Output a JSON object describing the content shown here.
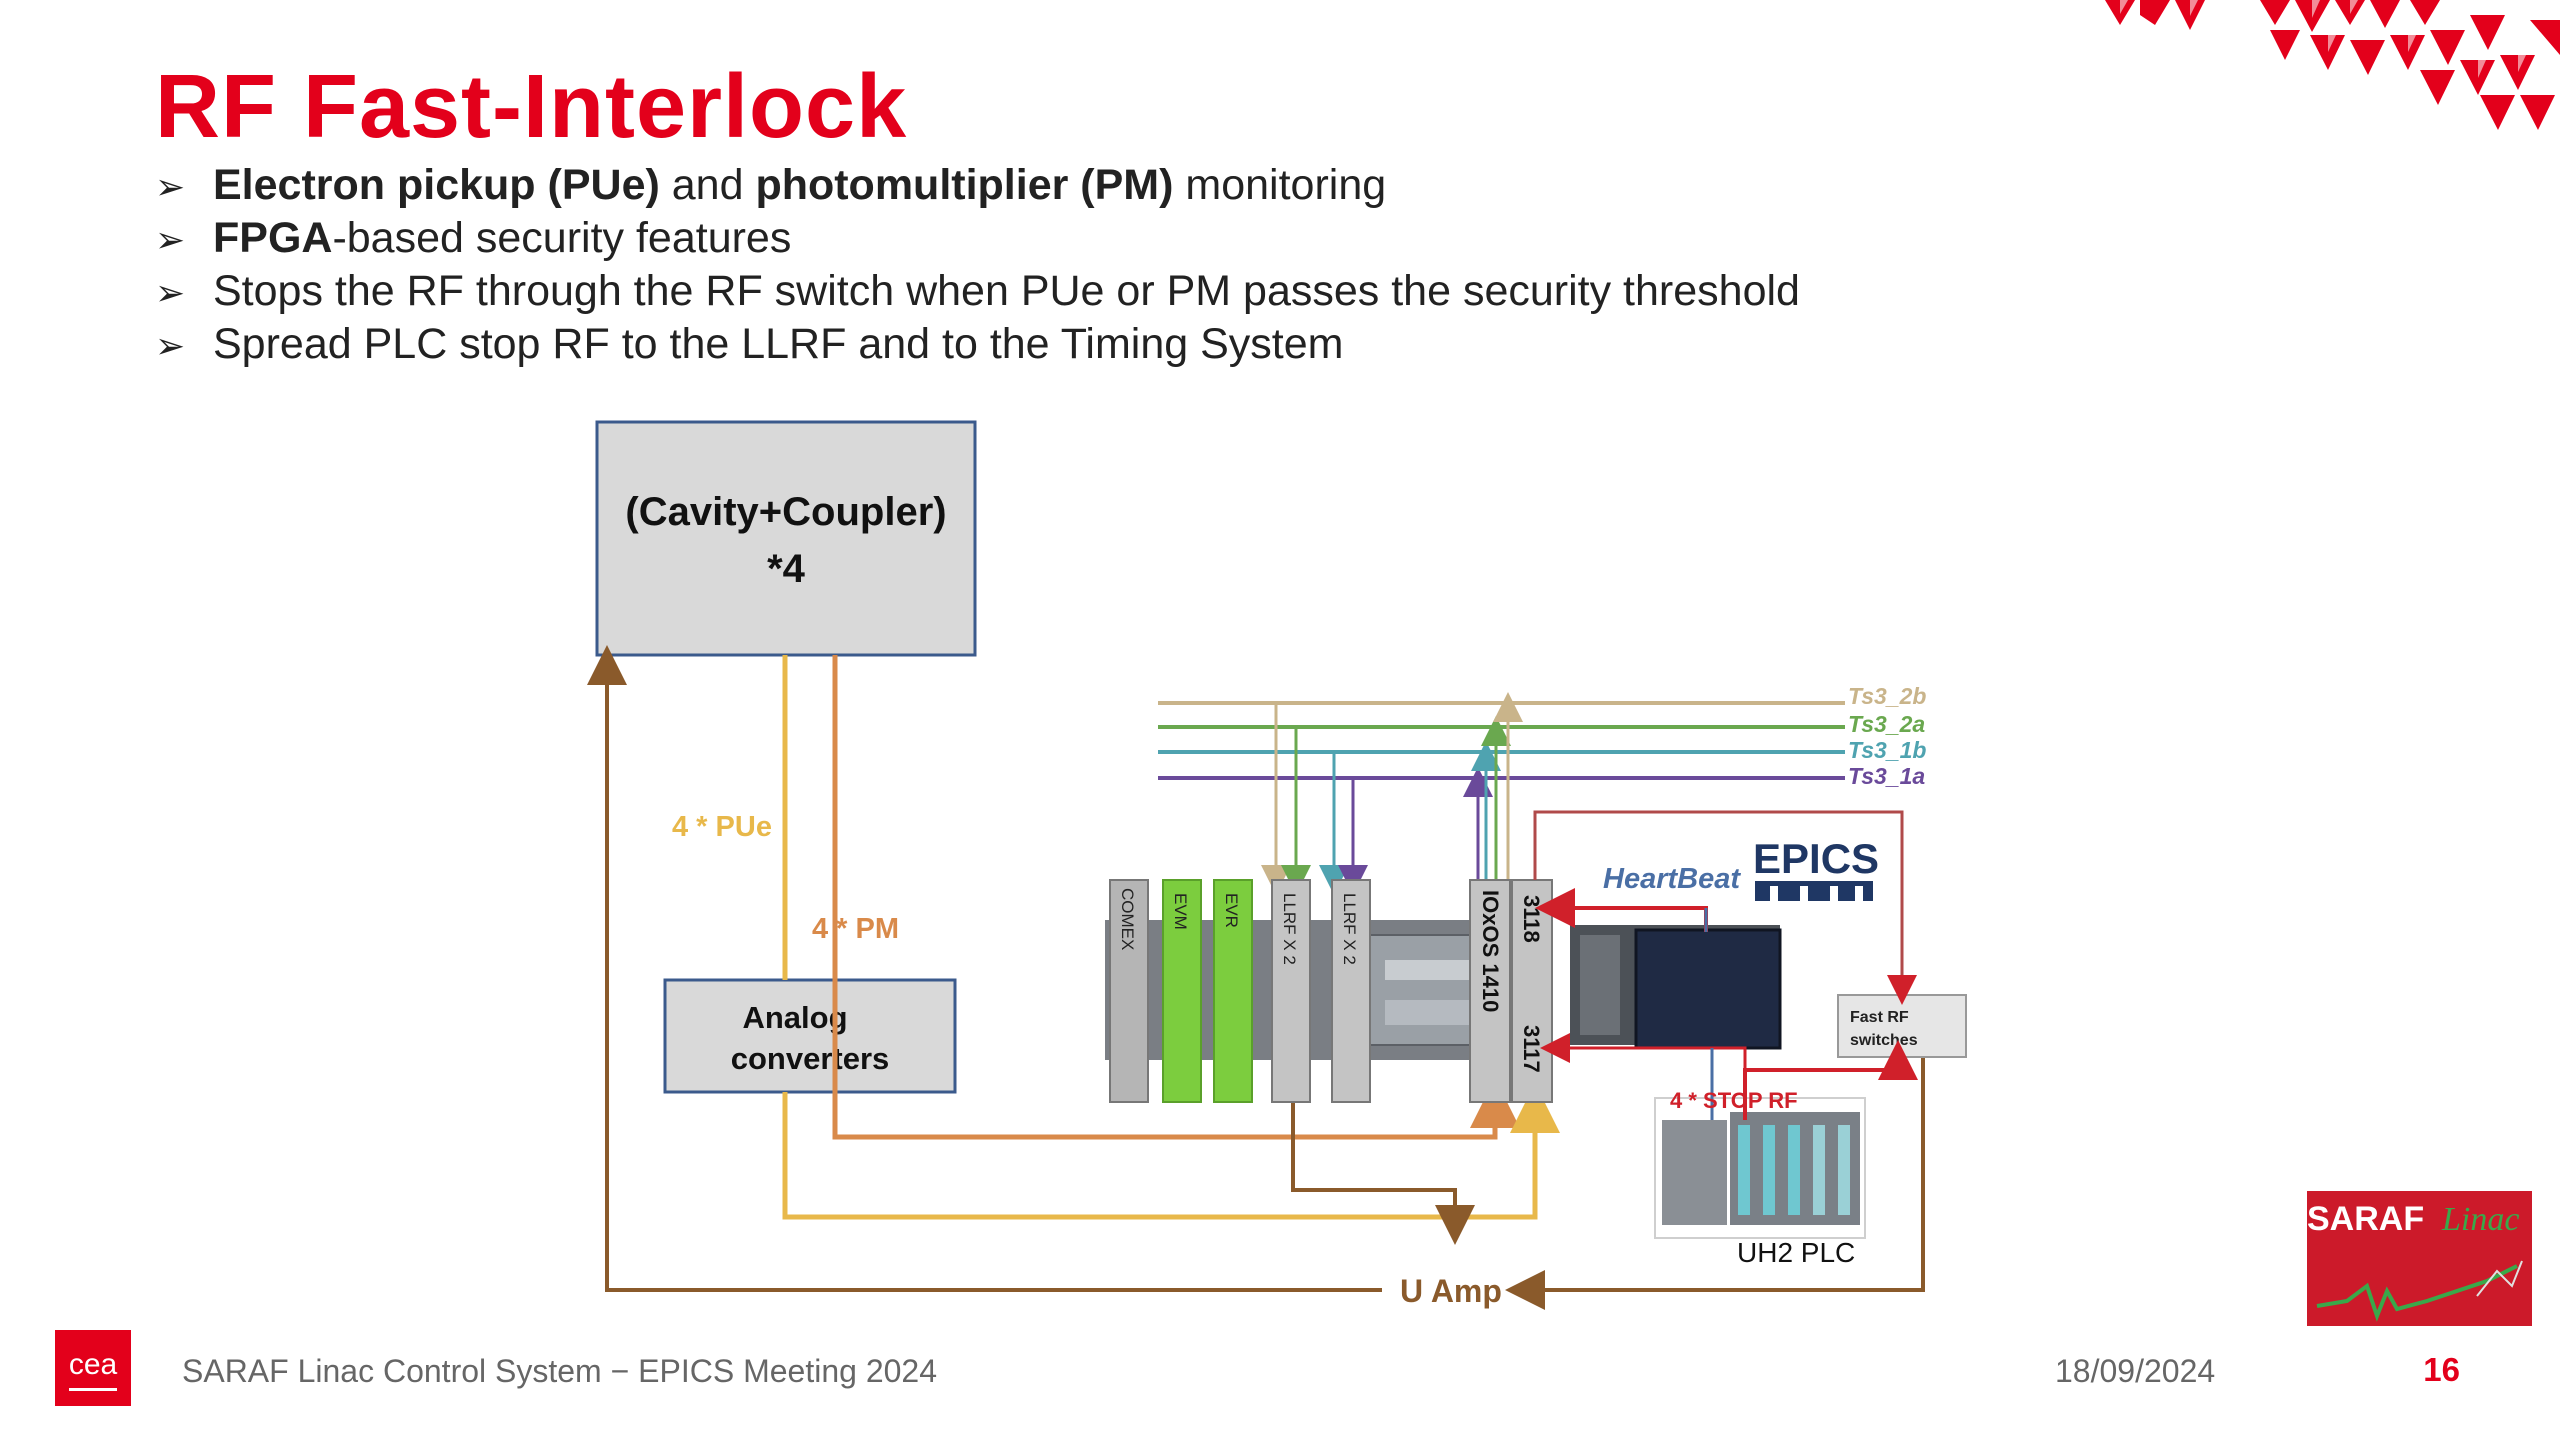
{
  "slide": {
    "title": "RF Fast-Interlock",
    "bullets": [
      {
        "pre": "",
        "b1": "Electron pickup (PUe)",
        "mid": " and ",
        "b2": "photomultiplier (PM)",
        "post": " monitoring"
      },
      {
        "pre": "",
        "b1": "FPGA",
        "mid": "-based security features",
        "b2": "",
        "post": ""
      },
      {
        "pre": "Stops the RF through the RF switch when PUe or PM passes the security threshold",
        "b1": "",
        "mid": "",
        "b2": "",
        "post": ""
      },
      {
        "pre": "Spread PLC stop RF to the LLRF and to the Timing System",
        "b1": "",
        "mid": "",
        "b2": "",
        "post": ""
      }
    ],
    "bullet_marker": "➢"
  },
  "diagram": {
    "cavity_label_1": "(Cavity+Coupler)",
    "cavity_label_2": "*4",
    "analog_label_1": "Analog",
    "analog_label_2": "converters",
    "pue_label": "4 * PUe",
    "pm_label": "4 * PM",
    "timing_lines": [
      "Ts3_2b",
      "Ts3_2a",
      "Ts3_1b",
      "Ts3_1a"
    ],
    "crate_modules": [
      "COMEX",
      "EVM",
      "EVR",
      "LLRF X 2",
      "LLRF X 2"
    ],
    "ioxos_label": "IOxOS 1410",
    "fmc_top": "3118",
    "fmc_bottom": "3117",
    "heartbeat_label": "HeartBeat",
    "epics_label": "EPICS",
    "fast_rf_label_1": "Fast RF",
    "fast_rf_label_2": "switches",
    "stop_rf_label": "4 * STOP RF",
    "plc_label": "UH2 PLC",
    "uamp_label": "U Amp",
    "colors": {
      "pue": "#e8b84a",
      "pm": "#d98a4a",
      "brown": "#8a5a2b",
      "red": "#d0202a",
      "ts2b": "#c9b48a",
      "ts2a": "#6aa84f",
      "ts1b": "#4fa3b0",
      "ts1a": "#6a4a9a"
    }
  },
  "footer": {
    "cea_logo_text": "cea",
    "center": "SARAF Linac Control System − EPICS Meeting 2024",
    "date": "18/09/2024",
    "page": "16",
    "saraf_logo_text": "SARAF",
    "saraf_logo_script": "Linac"
  }
}
